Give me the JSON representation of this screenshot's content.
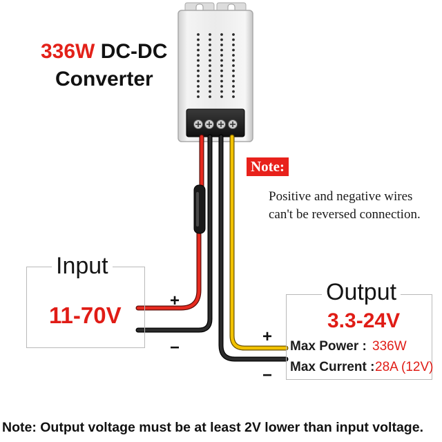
{
  "product": {
    "title_power": "336W",
    "title_type": "DC-DC",
    "title_line2": "Converter"
  },
  "note": {
    "badge": "Note:",
    "line1": "Positive and negative wires",
    "line2": "can't be reversed connection."
  },
  "input": {
    "label": "Input",
    "voltage": "11-70V",
    "plus": "+",
    "minus": "−"
  },
  "output": {
    "label": "Output",
    "voltage": "3.3-24V",
    "max_power_label": "Max Power :",
    "max_power_value": "336W",
    "max_current_label": "Max Current :",
    "max_current_value": "28A (12V)",
    "plus": "+",
    "minus": "−"
  },
  "footer": {
    "note": "Note: Output voltage must be at least 2V lower than input voltage."
  },
  "colors": {
    "accent_red": "#e32119",
    "wire_red": "#e62a1f",
    "wire_black": "#1a1a1a",
    "wire_yellow": "#f2c200",
    "box_border": "#b9b9b9"
  }
}
